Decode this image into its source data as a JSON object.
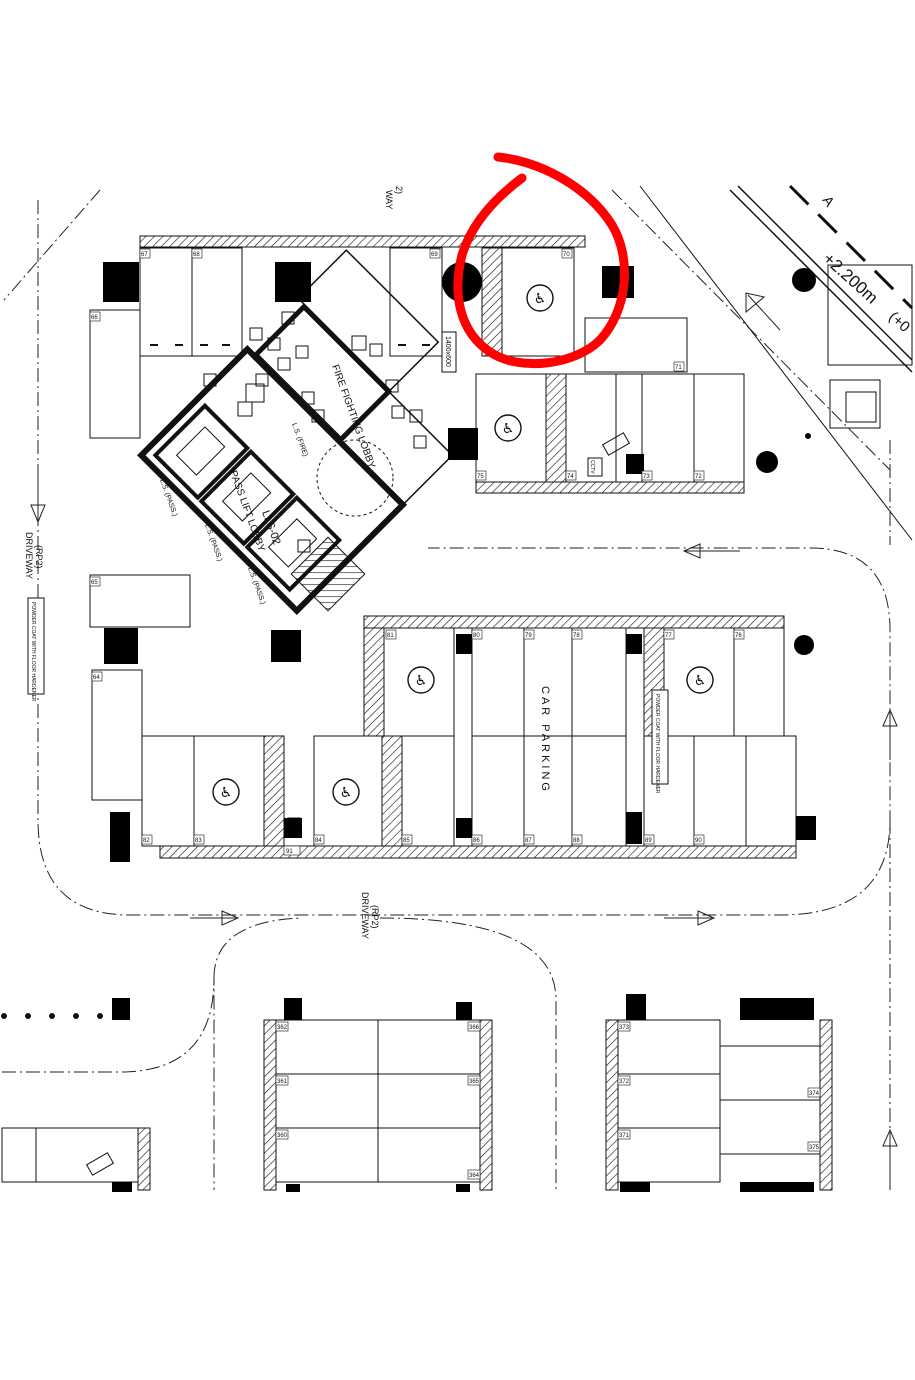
{
  "drawing": {
    "labels": {
      "driveway_top": "WAY",
      "driveway_top_code": "2)",
      "driveway_left": "DRIVEWAY",
      "driveway_left_code": "(RP2)",
      "driveway_mid": "DRIVEWAY",
      "driveway_mid_code": "(RP2)",
      "car_parking": "CAR PARKING",
      "fire_lobby": "FIRE FIGHTING LOBBY",
      "pass_lift_lobby": "PASS LIFT LOBBY",
      "lift_code": "LLS-02",
      "lift_pass": "L.S. (PASS.)",
      "lift_fire": "L.S. (FIRE)",
      "dimension": "1400x600",
      "level": "+2.200m",
      "level_suffix": "(+0",
      "cctv": "CCTV",
      "grid_marker": "A",
      "note_left": "POWDER COAT WITH FLOOR HARDENER",
      "note_mid": "POWDER COAT WITH FLOOR HARDENER"
    },
    "bays": {
      "top_row": [
        "67",
        "68",
        "69",
        "70"
      ],
      "right_upper": [
        "71",
        "72",
        "73",
        "74",
        "75"
      ],
      "middle_top": [
        "81",
        "80",
        "79",
        "78",
        "77",
        "76"
      ],
      "middle_bottom": [
        "82",
        "83",
        "84",
        "85",
        "86",
        "87",
        "88",
        "89",
        "90"
      ],
      "left_column": [
        "66",
        "65",
        "64",
        "91"
      ],
      "lower_left": [
        "362",
        "361",
        "360"
      ],
      "lower_left_right": [
        "366",
        "365",
        "364"
      ],
      "lower_right": [
        "373",
        "372",
        "371"
      ],
      "lower_right_right": [
        "374",
        "375"
      ]
    }
  },
  "annotation": {
    "color": "#ff0000",
    "shape": "hand-drawn circle"
  },
  "colors": {
    "line": "#111111",
    "hatch": "#111111",
    "background": "#ffffff"
  }
}
